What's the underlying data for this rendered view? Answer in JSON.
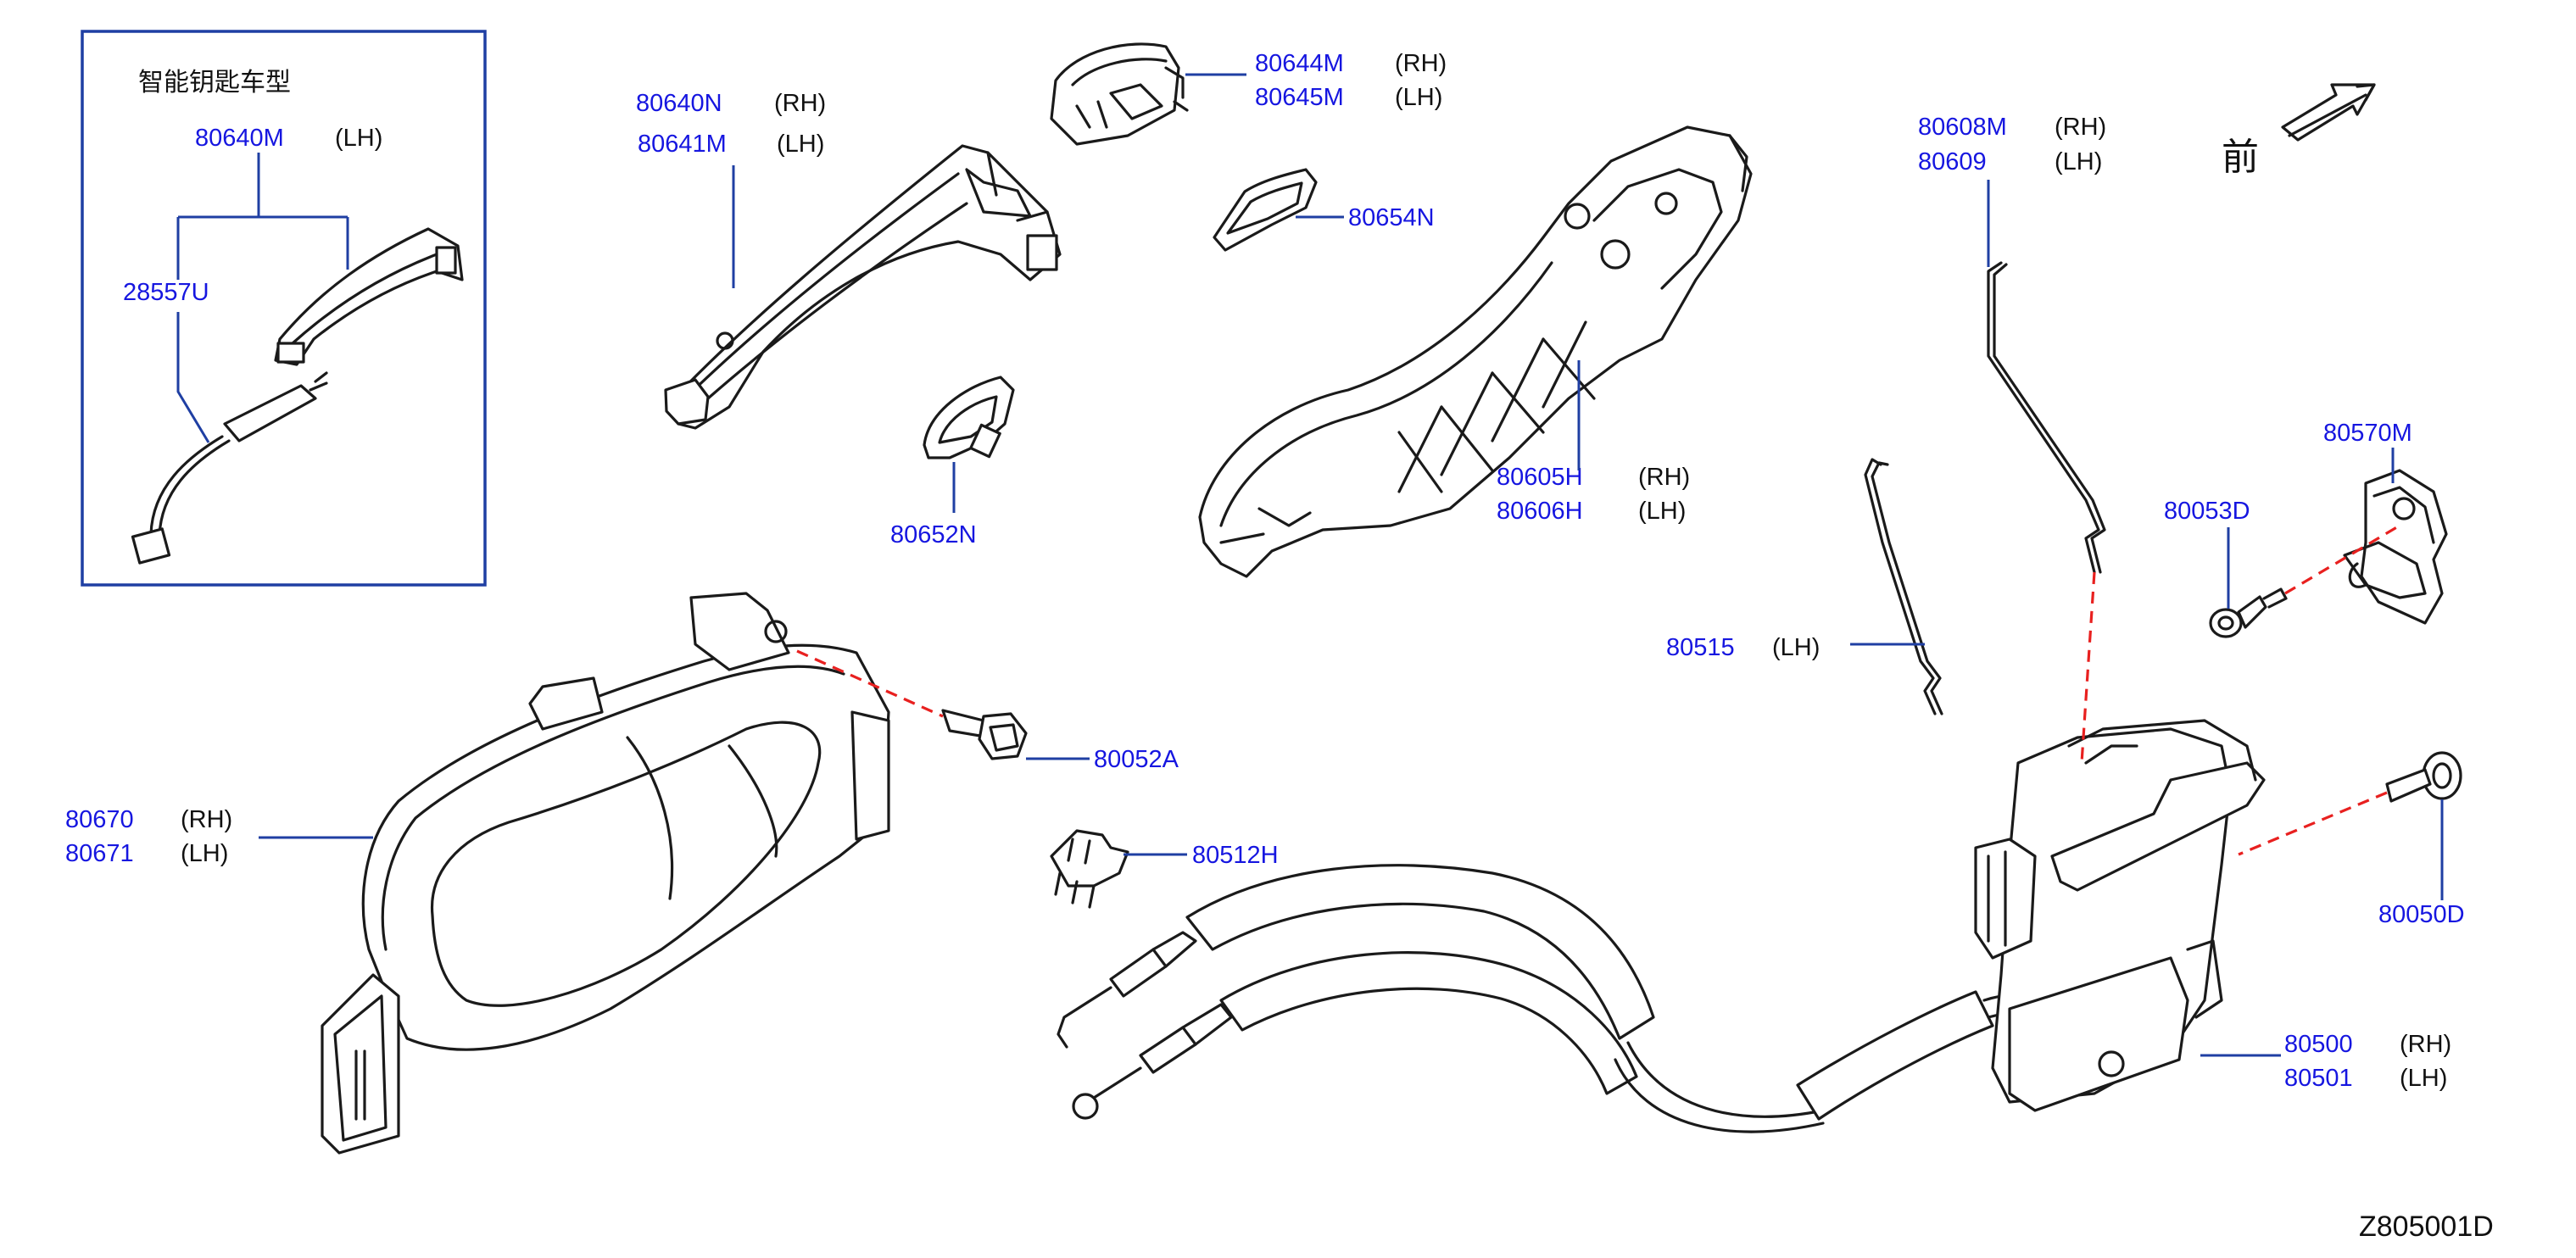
{
  "diagram_code": "Z805001D",
  "inset": {
    "title": "智能钥匙车型",
    "callouts": [
      {
        "part": "80640M",
        "side": "(LH)"
      },
      {
        "part": "28557U",
        "side": ""
      }
    ]
  },
  "front_label": "前",
  "callouts": [
    {
      "id": "c1",
      "part": "80640N",
      "side": "(RH)"
    },
    {
      "id": "c2",
      "part": "80641M",
      "side": "(LH)"
    },
    {
      "id": "c3",
      "part": "80644M",
      "side": "(RH)"
    },
    {
      "id": "c4",
      "part": "80645M",
      "side": "(LH)"
    },
    {
      "id": "c5",
      "part": "80654N",
      "side": ""
    },
    {
      "id": "c6",
      "part": "80652N",
      "side": ""
    },
    {
      "id": "c7",
      "part": "80605H",
      "side": "(RH)"
    },
    {
      "id": "c8",
      "part": "80606H",
      "side": "(LH)"
    },
    {
      "id": "c9",
      "part": "80608M",
      "side": "(RH)"
    },
    {
      "id": "c10",
      "part": "80609",
      "side": "(LH)"
    },
    {
      "id": "c11",
      "part": "80570M",
      "side": ""
    },
    {
      "id": "c12",
      "part": "80053D",
      "side": ""
    },
    {
      "id": "c13",
      "part": "80515",
      "side": "(LH)"
    },
    {
      "id": "c14",
      "part": "80052A",
      "side": ""
    },
    {
      "id": "c15",
      "part": "80670",
      "side": "(RH)"
    },
    {
      "id": "c16",
      "part": "80671",
      "side": "(LH)"
    },
    {
      "id": "c17",
      "part": "80512H",
      "side": ""
    },
    {
      "id": "c18",
      "part": "80050D",
      "side": ""
    },
    {
      "id": "c19",
      "part": "80500",
      "side": "(RH)"
    },
    {
      "id": "c20",
      "part": "80501",
      "side": "(LH)"
    }
  ]
}
